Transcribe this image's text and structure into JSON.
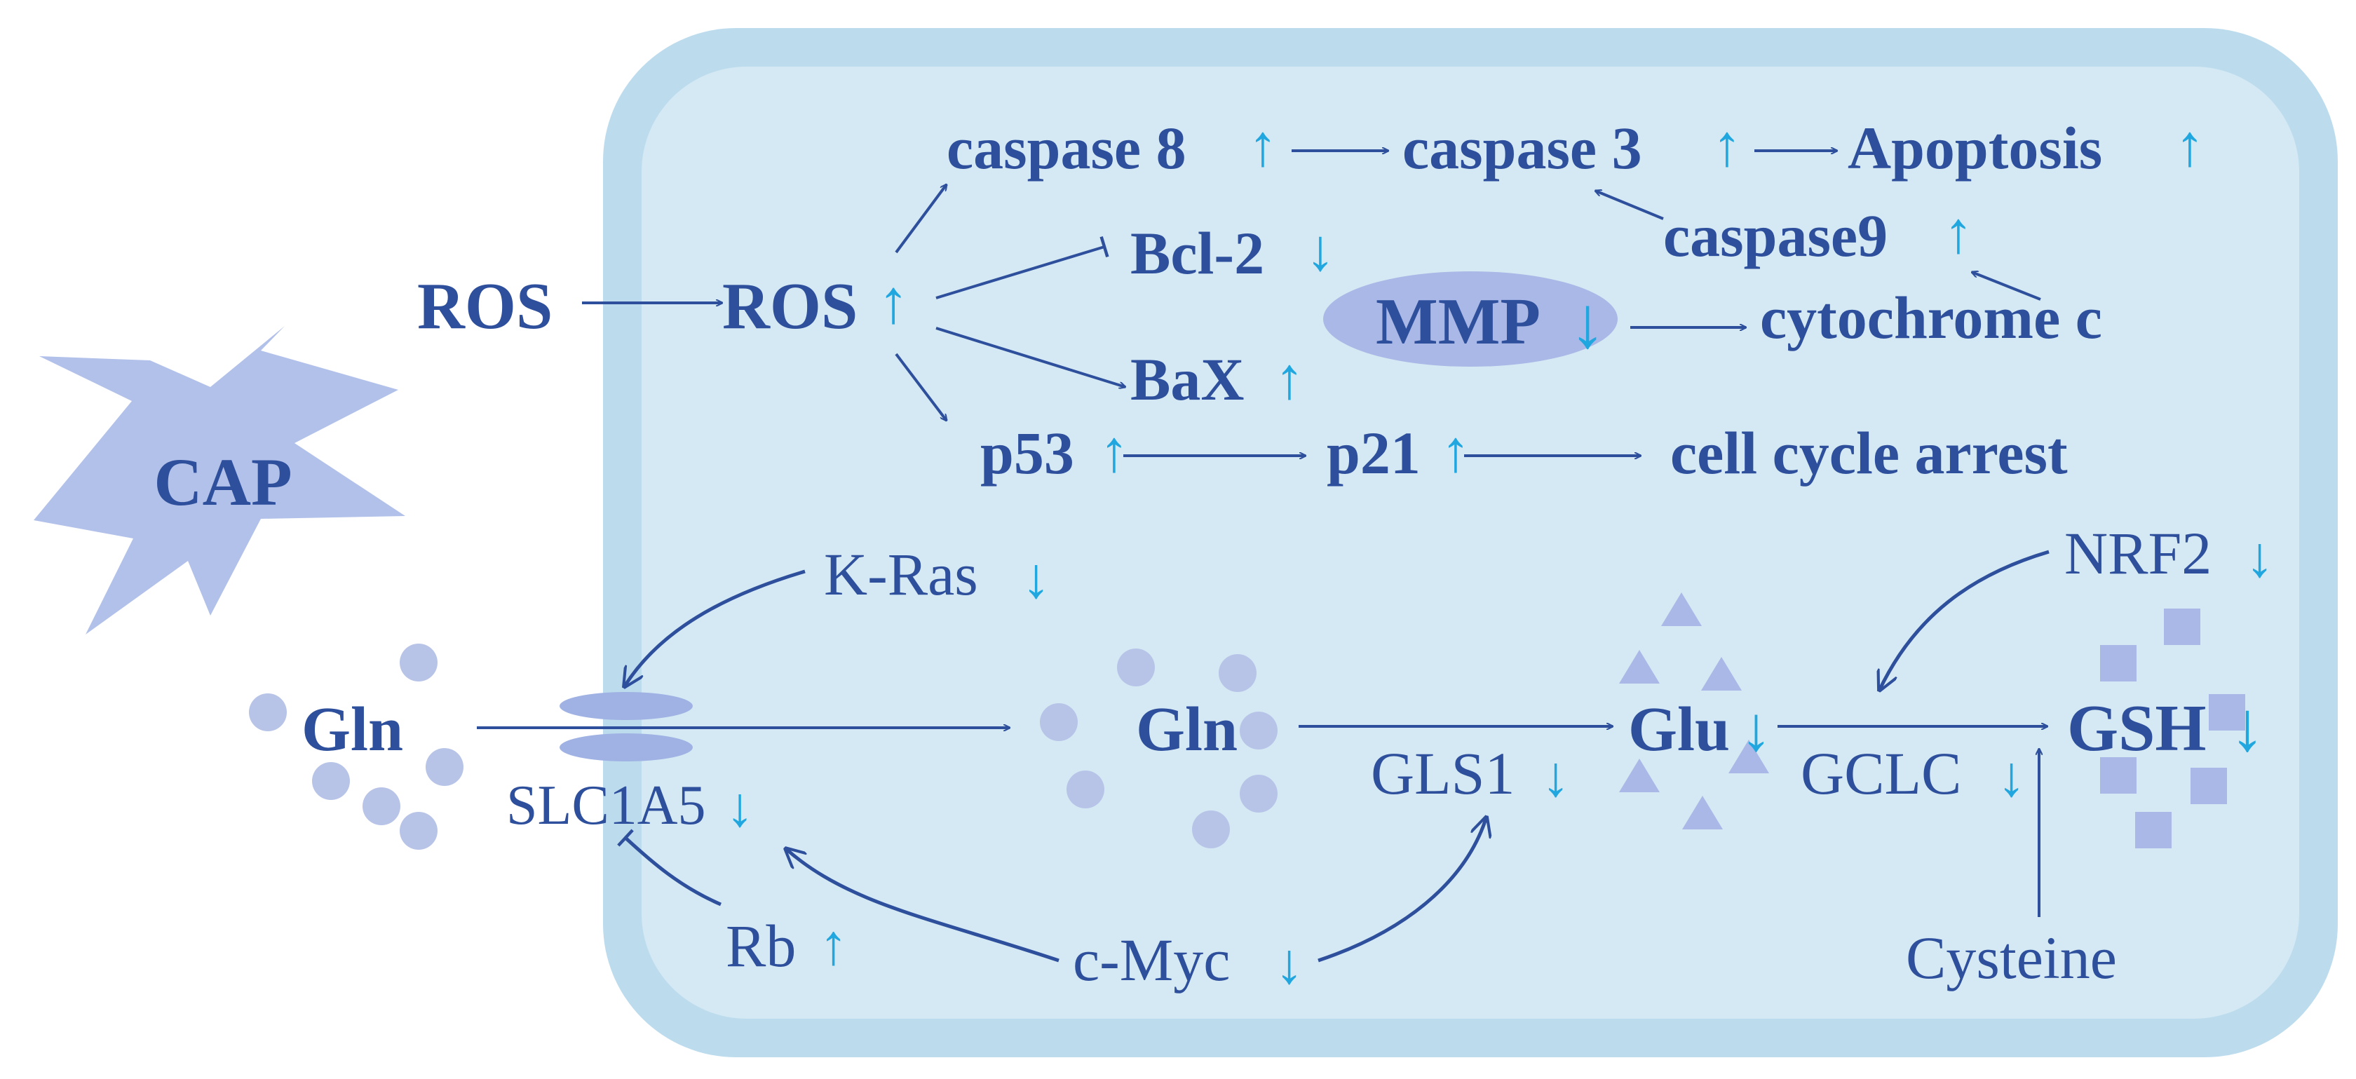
{
  "colors": {
    "text": "#2e4f9c",
    "up_arrow": "#21a7e0",
    "down_arrow": "#21a7e0",
    "cell_outer": "#bcdcee",
    "cell_inner": "#d4e9f3",
    "molecule": "#b7c4e8",
    "mmp_ellipse": "#a9b8e6",
    "transporter": "#9fb2e3",
    "cap_star": "#b2c1ea"
  },
  "labels": {
    "cap": "CAP",
    "ros_outside": "ROS",
    "ros_inside": "ROS",
    "caspase8": "caspase 8",
    "caspase3": "caspase 3",
    "apoptosis": "Apoptosis",
    "caspase9": "caspase9",
    "bcl2": "Bcl-2",
    "mmp": "MMP",
    "cytochrome_c": "cytochrome c",
    "bax": "BaX",
    "p53": "p53",
    "p21": "p21",
    "cell_cycle_arrest": "cell cycle arrest",
    "kras": "K-Ras",
    "nrf2": "NRF2",
    "gln_outside": "Gln",
    "gln_inside": "Gln",
    "glu": "Glu",
    "gsh": "GSH",
    "slc1a5": "SLC1A5",
    "gls1": "GLS1",
    "gclc": "GCLC",
    "rb": "Rb",
    "cmyc": "c-Myc",
    "cysteine": "Cysteine"
  },
  "regulation_arrows": {
    "up": "↑",
    "down": "↓"
  }
}
